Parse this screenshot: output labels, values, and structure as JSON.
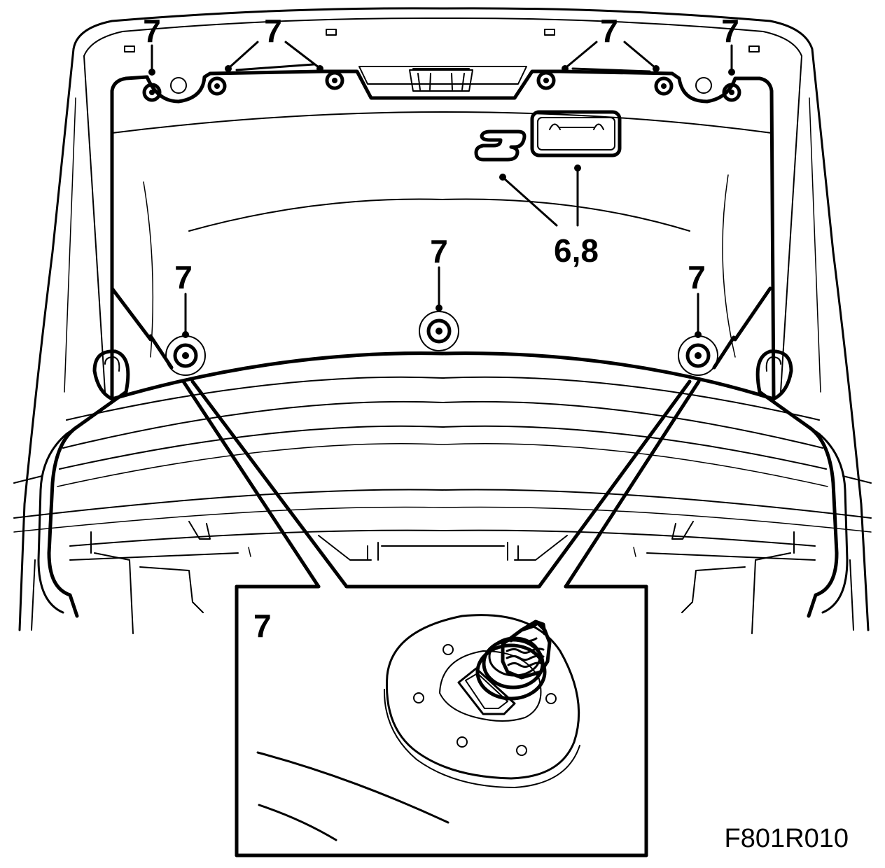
{
  "callouts": {
    "c1": "7",
    "c2": "7",
    "c3": "7",
    "c4": "7",
    "c5": "7",
    "c6": "7",
    "c7": "7",
    "c8": "6,8"
  },
  "detail": {
    "label": "7"
  },
  "figure_ref": "F801R010"
}
